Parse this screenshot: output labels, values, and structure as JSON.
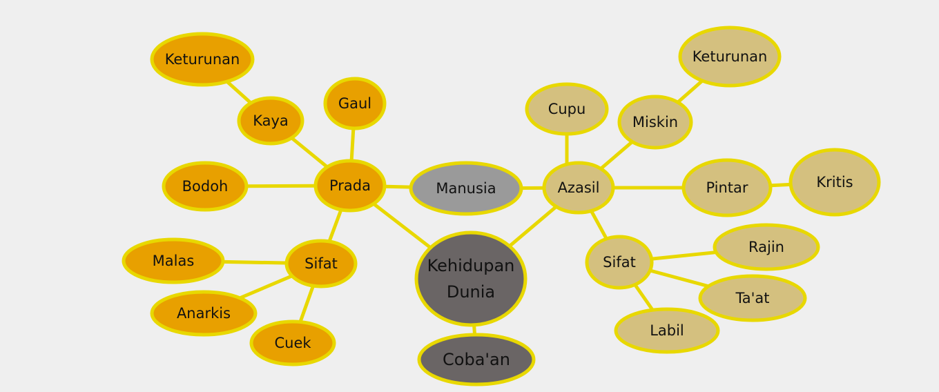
{
  "colors": {
    "orange": "#e8a000",
    "tan": "#d4c07f",
    "gray": "#9a9a9a",
    "dark": "#6a6565",
    "line": "#e8d800"
  },
  "nodes": {
    "manusia": {
      "label": "Manusia",
      "style": "gray"
    },
    "kehidupan": {
      "label": "Kehidupan Dunia",
      "style": "dark"
    },
    "cobaan": {
      "label": "Coba'an",
      "style": "dark"
    },
    "prada": {
      "label": "Prada",
      "style": "orange"
    },
    "kaya": {
      "label": "Kaya",
      "style": "orange"
    },
    "keturunan_l": {
      "label": "Keturunan",
      "style": "orange"
    },
    "gaul": {
      "label": "Gaul",
      "style": "orange"
    },
    "bodoh": {
      "label": "Bodoh",
      "style": "orange"
    },
    "sifat_l": {
      "label": "Sifat",
      "style": "orange"
    },
    "malas": {
      "label": "Malas",
      "style": "orange"
    },
    "anarkis": {
      "label": "Anarkis",
      "style": "orange"
    },
    "cuek": {
      "label": "Cuek",
      "style": "orange"
    },
    "azasil": {
      "label": "Azasil",
      "style": "tan"
    },
    "cupu": {
      "label": "Cupu",
      "style": "tan"
    },
    "miskin": {
      "label": "Miskin",
      "style": "tan"
    },
    "keturunan_r": {
      "label": "Keturunan",
      "style": "tan"
    },
    "pintar": {
      "label": "Pintar",
      "style": "tan"
    },
    "kritis": {
      "label": "Kritis",
      "style": "tan"
    },
    "sifat_r": {
      "label": "Sifat",
      "style": "tan"
    },
    "rajin": {
      "label": "Rajin",
      "style": "tan"
    },
    "taat": {
      "label": "Ta'at",
      "style": "tan"
    },
    "labil": {
      "label": "Labil",
      "style": "tan"
    }
  },
  "edges": [
    [
      "keturunan_l",
      "kaya"
    ],
    [
      "kaya",
      "prada"
    ],
    [
      "gaul",
      "prada"
    ],
    [
      "bodoh",
      "prada"
    ],
    [
      "prada",
      "manusia"
    ],
    [
      "prada",
      "kehidupan"
    ],
    [
      "prada",
      "sifat_l"
    ],
    [
      "sifat_l",
      "malas"
    ],
    [
      "sifat_l",
      "anarkis"
    ],
    [
      "sifat_l",
      "cuek"
    ],
    [
      "manusia",
      "azasil"
    ],
    [
      "azasil",
      "kehidupan"
    ],
    [
      "kehidupan",
      "cobaan"
    ],
    [
      "azasil",
      "cupu"
    ],
    [
      "azasil",
      "miskin"
    ],
    [
      "miskin",
      "keturunan_r"
    ],
    [
      "azasil",
      "pintar"
    ],
    [
      "pintar",
      "kritis"
    ],
    [
      "azasil",
      "sifat_r"
    ],
    [
      "sifat_r",
      "rajin"
    ],
    [
      "sifat_r",
      "taat"
    ],
    [
      "sifat_r",
      "labil"
    ]
  ]
}
